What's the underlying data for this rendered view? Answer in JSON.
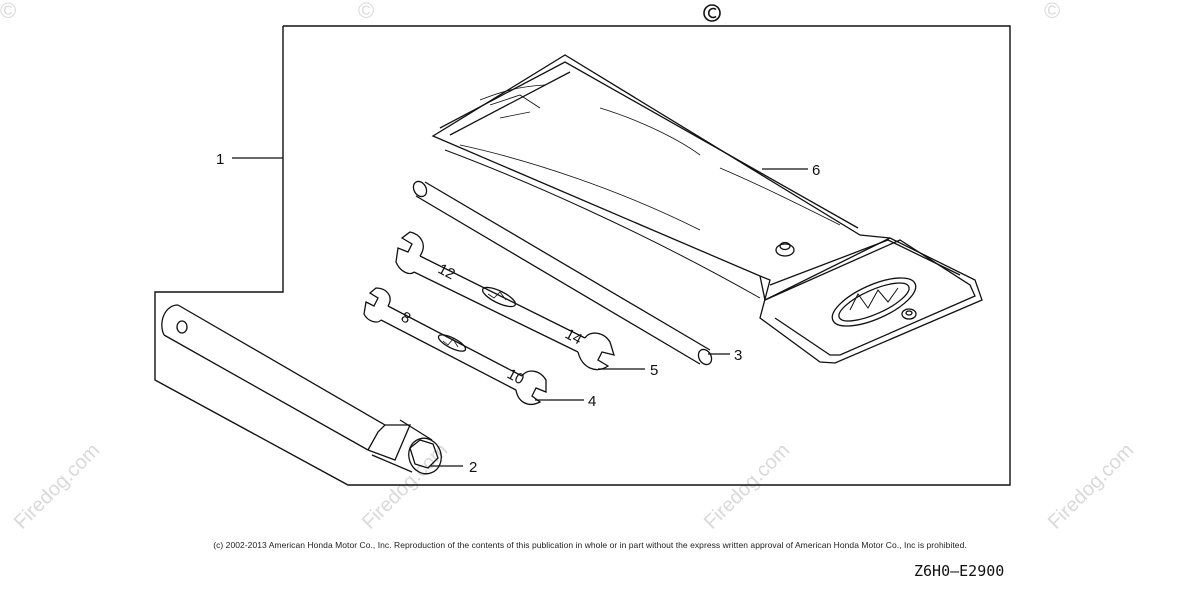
{
  "callouts": {
    "c1": "1",
    "c2": "2",
    "c3": "3",
    "c4": "4",
    "c5": "5",
    "c6": "6"
  },
  "watermark": {
    "text": "Firedog.com",
    "symbol": "©"
  },
  "copyright": "(c) 2002-2013 American Honda Motor Co., Inc. Reproduction of the contents of this publication in whole or in part without the express written approval of American Honda Motor Co., Inc is prohibited.",
  "diagram_code": "Z6H0—E2900",
  "wrench_marks": {
    "small_a": "8",
    "small_b": "10",
    "large_a": "12",
    "large_b": "14"
  },
  "colors": {
    "line": "#111111",
    "watermark": "#d9d9d9"
  }
}
